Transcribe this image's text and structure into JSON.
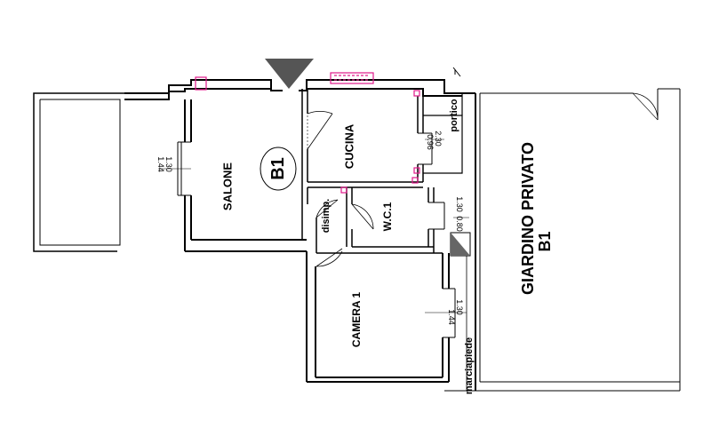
{
  "unit": {
    "code": "B1",
    "rooms": {
      "salone": "SALONE",
      "cucina": "CUCINA",
      "portico": "portico",
      "disimp": "disimp.",
      "wc": "W.C.1",
      "camera": "CAMERA 1",
      "marciapiede": "marciapiede",
      "giardino": "GIARDINO PRIVATO",
      "giardino_unit": "B1"
    },
    "openings": {
      "salone": [
        "1.30",
        "1.44"
      ],
      "cucina": [
        "2.30",
        "0.96"
      ],
      "wc": [
        "1.30",
        "0.80"
      ],
      "camera": [
        "1.30",
        "1.44"
      ]
    }
  },
  "colors": {
    "wall": "#000000",
    "fixture": "#e0198a",
    "marker": "#555555"
  }
}
